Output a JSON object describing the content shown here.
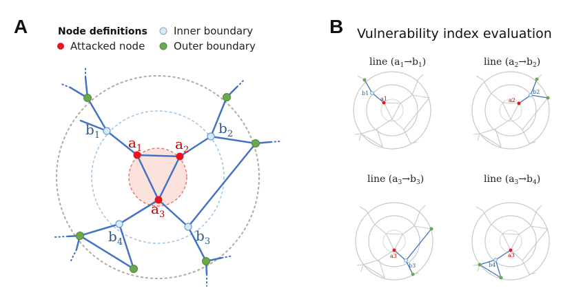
{
  "panels": {
    "a_letter": "A",
    "b_letter": "B"
  },
  "legend": {
    "title": "Node definitions",
    "attacked": "Attacked node",
    "inner": "Inner boundary",
    "outer": "Outer boundary"
  },
  "panel_b_title": "Vulnerability index evaluation",
  "main_labels": {
    "a1": "a",
    "a1_sub": "1",
    "a2": "a",
    "a2_sub": "2",
    "a3": "a",
    "a3_sub": "3",
    "b1": "b",
    "b1_sub": "1",
    "b2": "b",
    "b2_sub": "2",
    "b3": "b",
    "b3_sub": "3",
    "b4": "b",
    "b4_sub": "4"
  },
  "mini_titles": [
    {
      "pre": "line (a",
      "s1": "1",
      "mid": "→b",
      "s2": "1",
      "post": ")"
    },
    {
      "pre": "line (a",
      "s1": "2",
      "mid": "→b",
      "s2": "2",
      "post": ")"
    },
    {
      "pre": "line (a",
      "s1": "3",
      "mid": "→b",
      "s2": "3",
      "post": ")"
    },
    {
      "pre": "line (a",
      "s1": "3",
      "mid": "→b",
      "s2": "4",
      "post": ")"
    }
  ],
  "mini_labels": [
    {
      "a": "a1",
      "b": "b1"
    },
    {
      "a": "a2",
      "b": "b2"
    },
    {
      "a": "a3",
      "b": "b3"
    },
    {
      "a": "a3",
      "b": "b4"
    }
  ],
  "colors": {
    "attacked": "#e8141e",
    "inner": "#d6eaf8",
    "outer": "#6aa84f",
    "edge": "#4472c4",
    "grey": "#c8c8c8"
  }
}
